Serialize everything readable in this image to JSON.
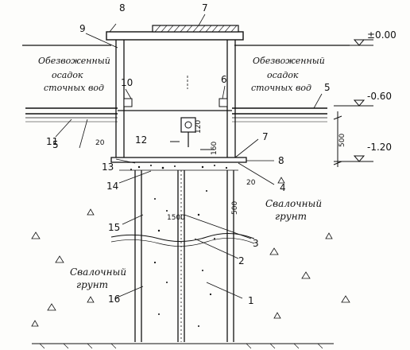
{
  "elevations": {
    "top": "±0.00",
    "mid": "-0.60",
    "low": "-1.20"
  },
  "labels": {
    "sludge_left_1": "Обезвоженный",
    "sludge_left_2": "осадок",
    "sludge_left_3": "сточных вод",
    "sludge_right_1": "Обезвоженный",
    "sludge_right_2": "осадок",
    "sludge_right_3": "сточных вод",
    "soil_right_1": "Свалочный",
    "soil_right_2": "грунт",
    "soil_left_1": "Свалочный",
    "soil_left_2": "грунт"
  },
  "dims": {
    "d1": "120",
    "d2": "20",
    "d3": "20",
    "d4": "500",
    "d5": "500",
    "d6": "1500",
    "d7": "160"
  },
  "callouts": [
    "1",
    "2",
    "3",
    "4",
    "5",
    "5",
    "6",
    "7",
    "8",
    "9",
    "10",
    "11",
    "12",
    "13",
    "14",
    "15",
    "16"
  ]
}
